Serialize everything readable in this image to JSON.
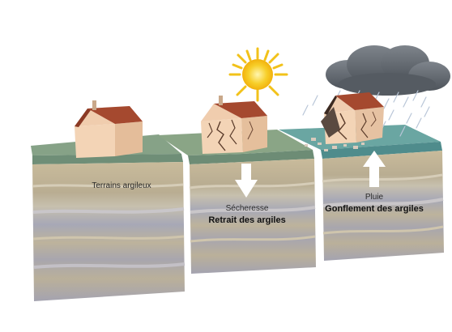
{
  "blocks": [
    {
      "id": "terrains",
      "caption": "Terrains argileux",
      "subcaption": ""
    },
    {
      "id": "secheresse",
      "caption": "Sécheresse",
      "subcaption": "Retrait des argiles"
    },
    {
      "id": "pluie",
      "caption": "Pluie",
      "subcaption": "Gonflement des argiles"
    }
  ],
  "colors": {
    "grass": "#7f9f84",
    "grass_wet": "#5f9f9c",
    "soil_light": "#cbbd9f",
    "soil_mid": "#b3a88e",
    "soil_blue": "#9ea6b8",
    "roof": "#a2472f",
    "wall": "#f4d3b4",
    "sun": "#f2c21a",
    "cloud": "#6d7278"
  }
}
